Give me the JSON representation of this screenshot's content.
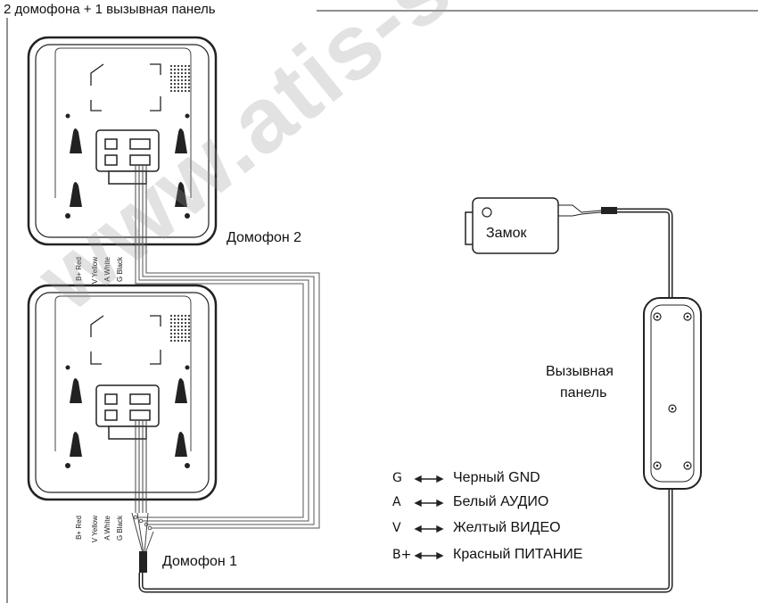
{
  "title": "2 домофона + 1 вызывная панель",
  "watermark": "www.atis-secur",
  "monitor2": {
    "label": "Домофон 2",
    "wire_tags": [
      "B+ Red",
      "V Yellow",
      "A White",
      "G Black"
    ]
  },
  "monitor1": {
    "label": "Домофон 1",
    "wire_tags": [
      "B+ Red",
      "V Yellow",
      "A White",
      "G Black"
    ]
  },
  "lock": {
    "label": "Замок"
  },
  "call_panel": {
    "label_line1": "Вызывная",
    "label_line2": "панель"
  },
  "legend": [
    {
      "code": "G",
      "desc": "Черный GND"
    },
    {
      "code": "A",
      "desc": "Белый АУДИО"
    },
    {
      "code": "V",
      "desc": "Желтый ВИДЕО"
    },
    {
      "code": "B+",
      "desc": "Красный ПИТАНИЕ"
    }
  ],
  "colors": {
    "line": "#222222",
    "device_fill": "#ffffff",
    "watermark": "#969696"
  }
}
